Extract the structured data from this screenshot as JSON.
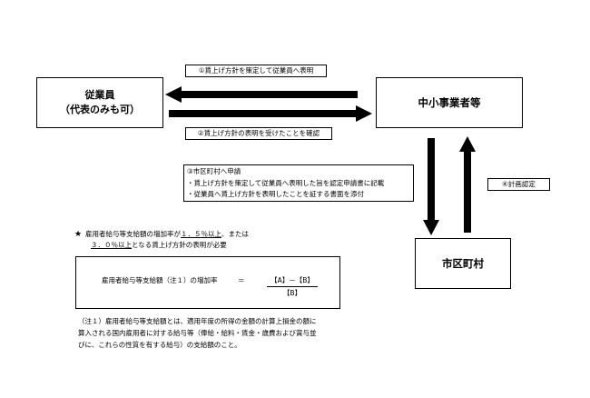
{
  "nodes": {
    "employee_line1": "従業員",
    "employee_line2": "（代表のみも可）",
    "sme": "中小事業者等",
    "municipality": "市区町村"
  },
  "edge_labels": {
    "step1": "①賃上げ方針を策定して従業員へ表明",
    "step2": "②賃上げ方針の表明を受けたことを確認",
    "step4": "④計画認定"
  },
  "step3": {
    "title": "③市区町村へ申請",
    "item1": "・賃上げ方針を策定して従業員へ表明した旨を認定申請書に記載",
    "item2": "・従業員へ賃上げ方針を表明したことを証する書面を添付"
  },
  "note": {
    "star": "★",
    "line1_a": "雇用者給与等支給額の増加率が",
    "line1_b": "１．５％以上",
    "line1_c": "、または",
    "line2_a": "３．０％以上",
    "line2_b": "となる賃上げ方針の表明が必要"
  },
  "formula": {
    "label": "雇用者給与等支給額（注１）の増加率",
    "equals": "＝",
    "numerator": "【A】－【B】",
    "denominator": "【B】"
  },
  "footnote": {
    "line1": "（注１）雇用者給与等支給額とは、適用年度の所得の金額の計算上損金の額に",
    "line2": "算入される国内雇用者に対する給与等（俸給・給料・賃金・歳費および賞与並",
    "line3": "びに、これらの性質を有する給与）の支給額のこと。"
  }
}
